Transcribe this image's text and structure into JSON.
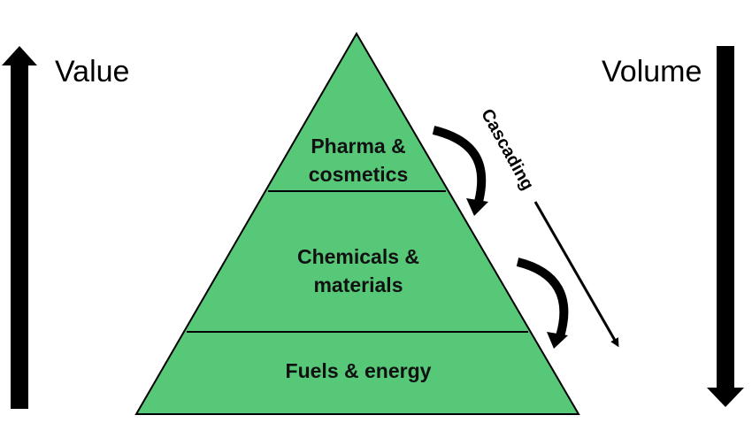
{
  "left_axis": {
    "label": "Value",
    "direction": "up"
  },
  "right_axis": {
    "label": "Volume",
    "direction": "down"
  },
  "pyramid": {
    "fill_color": "#56c878",
    "stroke_color": "#000000",
    "tiers": [
      {
        "lines": [
          "Pharma &",
          "cosmetics"
        ]
      },
      {
        "lines": [
          "Chemicals &",
          "materials"
        ]
      },
      {
        "lines": [
          "Fuels & energy"
        ]
      }
    ]
  },
  "cascading": {
    "label": "Cascading"
  }
}
